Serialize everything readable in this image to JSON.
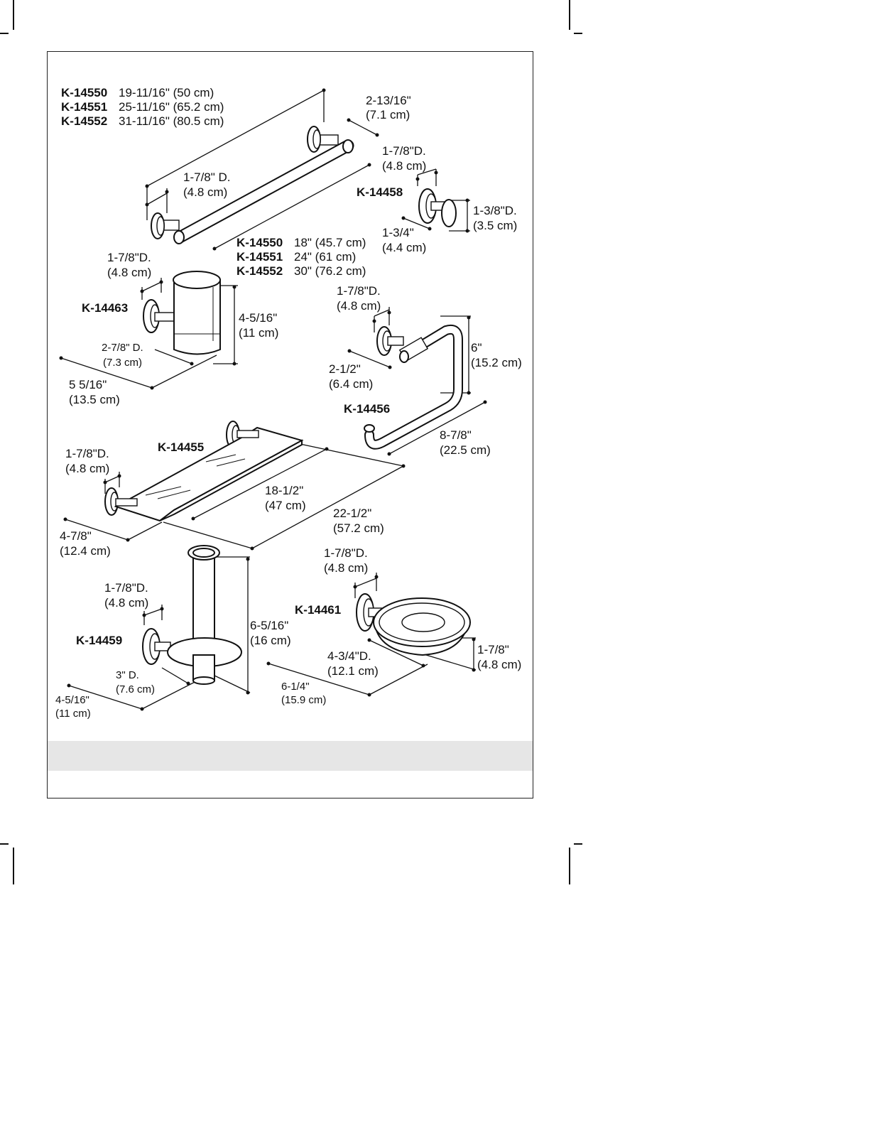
{
  "towel_bar": {
    "models": [
      {
        "model": "K-14550",
        "overall": "19-11/16\" (50 cm)",
        "length": "18\" (45.7 cm)"
      },
      {
        "model": "K-14551",
        "overall": "25-11/16\" (65.2 cm)",
        "length": "24\" (61 cm)"
      },
      {
        "model": "K-14552",
        "overall": "31-11/16\" (80.5 cm)",
        "length": "30\" (76.2 cm)"
      }
    ],
    "projection": [
      "2-13/16\"",
      "(7.1 cm)"
    ],
    "diameter": [
      "1-7/8\" D.",
      "(4.8 cm)"
    ]
  },
  "robe_hook": {
    "model": "K-14458",
    "diameter": [
      "1-7/8\"D.",
      "(4.8 cm)"
    ],
    "knob_diameter": [
      "1-3/8\"D.",
      "(3.5 cm)"
    ],
    "projection": [
      "1-3/4\"",
      "(4.4 cm)"
    ]
  },
  "tumbler": {
    "model": "K-14463",
    "diameter": [
      "1-7/8\"D.",
      "(4.8 cm)"
    ],
    "height": [
      "4-5/16\"",
      "(11 cm)"
    ],
    "cup_diameter": [
      "2-7/8\" D.",
      "(7.3 cm)"
    ],
    "projection": [
      "5 5/16\"",
      "(13.5 cm)"
    ]
  },
  "towel_ring": {
    "model": "K-14456",
    "diameter": [
      "1-7/8\"D.",
      "(4.8 cm)"
    ],
    "height": [
      "6\"",
      "(15.2 cm)"
    ],
    "offset": [
      "2-1/2\"",
      "(6.4 cm)"
    ],
    "width": [
      "8-7/8\"",
      "(22.5 cm)"
    ]
  },
  "shelf": {
    "model": "K-14455",
    "diameter": [
      "1-7/8\"D.",
      "(4.8 cm)"
    ],
    "glass_length": [
      "18-1/2\"",
      "(47 cm)"
    ],
    "overall_length": [
      "22-1/2\"",
      "(57.2 cm)"
    ],
    "depth": [
      "4-7/8\"",
      "(12.4 cm)"
    ]
  },
  "paper_holder": {
    "model": "K-14459",
    "diameter": [
      "1-7/8\"D.",
      "(4.8 cm)"
    ],
    "height": [
      "6-5/16\"",
      "(16 cm)"
    ],
    "plate_diameter": [
      "3\" D.",
      "(7.6 cm)"
    ],
    "projection": [
      "4-5/16\"",
      "(11 cm)"
    ]
  },
  "soap_dish": {
    "model": "K-14461",
    "diameter": [
      "1-7/8\"D.",
      "(4.8 cm)"
    ],
    "dish_diameter": [
      "4-3/4\"D.",
      "(12.1 cm)"
    ],
    "height": [
      "1-7/8\"",
      "(4.8 cm)"
    ],
    "projection": [
      "6-1/4\"",
      "(15.9 cm)"
    ]
  }
}
